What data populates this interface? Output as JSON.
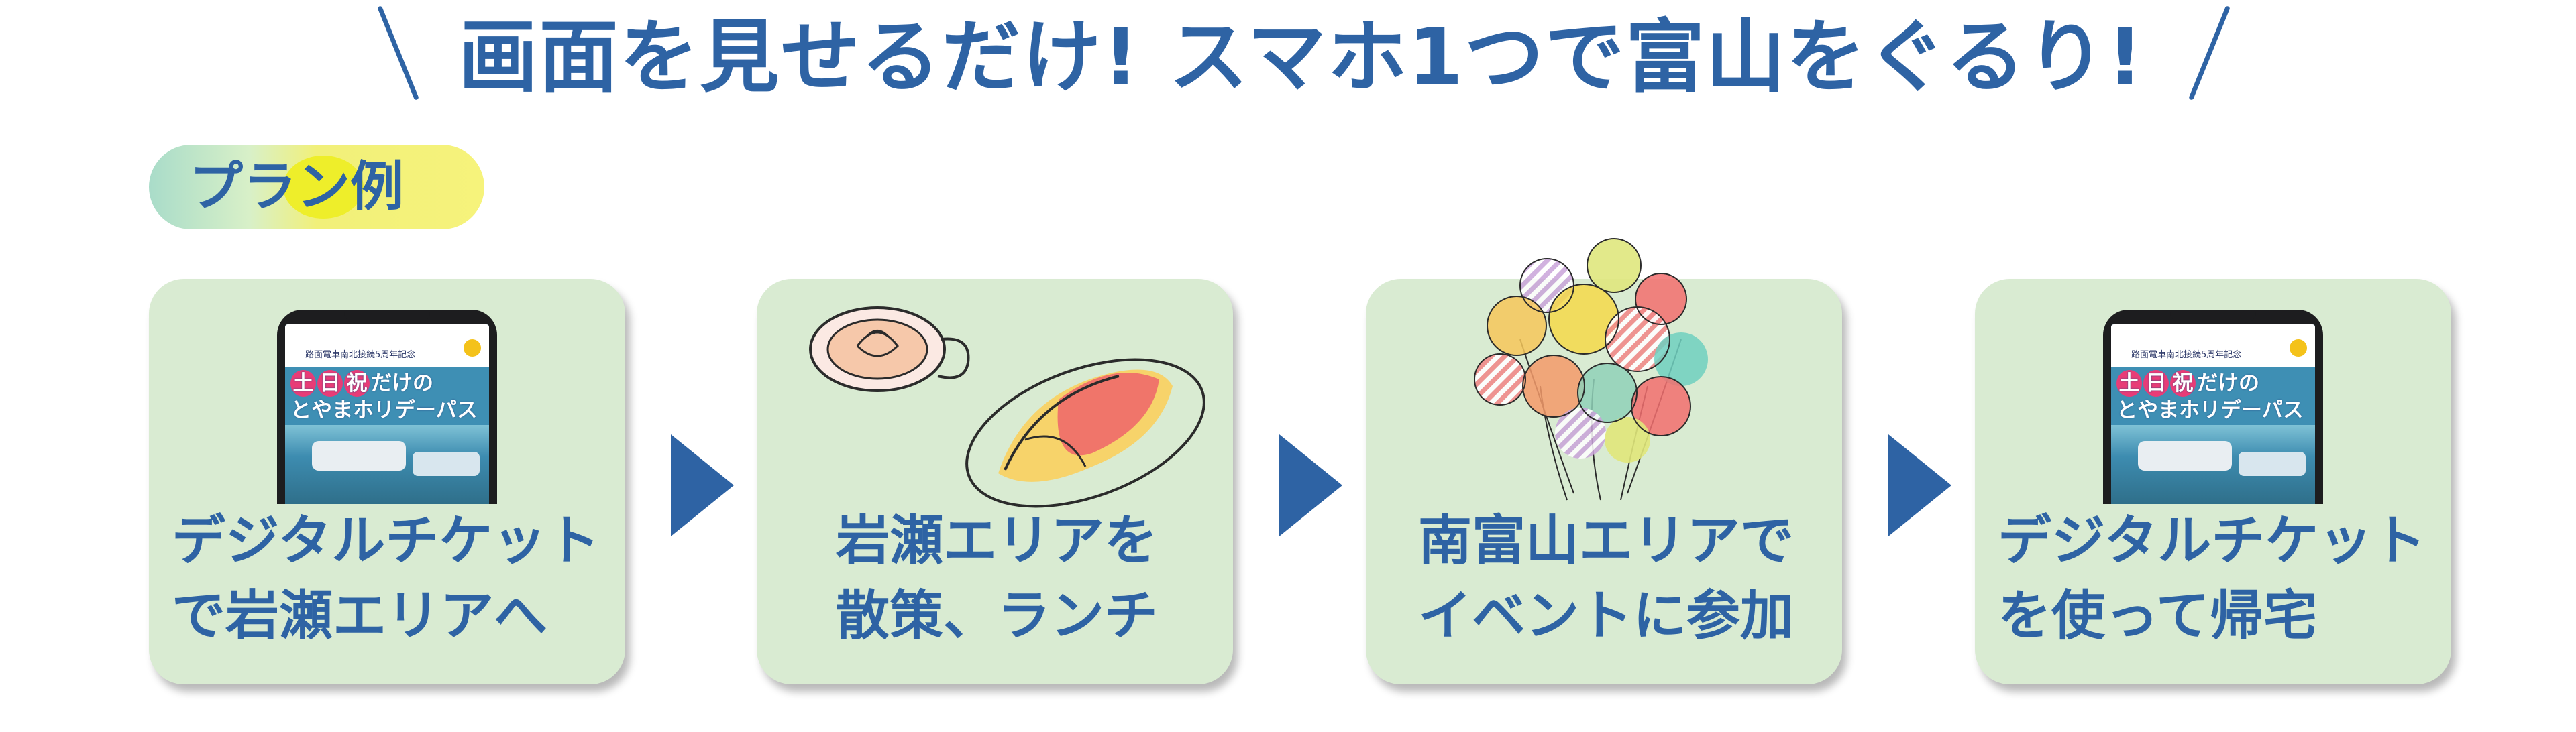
{
  "headline": "画面を見せるだけ! スマホ1つで富山をぐるり!",
  "plan_label": "プラン例",
  "steps": [
    {
      "line1": "デジタルチケット",
      "line2": "で岩瀬エリアへ",
      "icon": "smartphone-ticket-icon"
    },
    {
      "line1": "岩瀬エリアを",
      "line2": "散策、ランチ",
      "icon": "coffee-and-omelette-icon"
    },
    {
      "line1": "南富山エリアで",
      "line2": "イベントに参加",
      "icon": "balloons-icon"
    },
    {
      "line1": "デジタルチケット",
      "line2": "を使って帰宅",
      "icon": "smartphone-ticket-icon"
    }
  ],
  "phone_screen": {
    "small_text": "路面電車南北接続5周年記念",
    "title_line1_badges": [
      "土",
      "日",
      "祝"
    ],
    "title_line1_rest": "だけの",
    "title_line2": "とやまホリデーパス"
  },
  "colors": {
    "primary_blue": "#2e63a4",
    "card_green": "#d9ebd2",
    "badge_yellow": "#f1f07a",
    "badge_mint": "#a9dcc9"
  }
}
